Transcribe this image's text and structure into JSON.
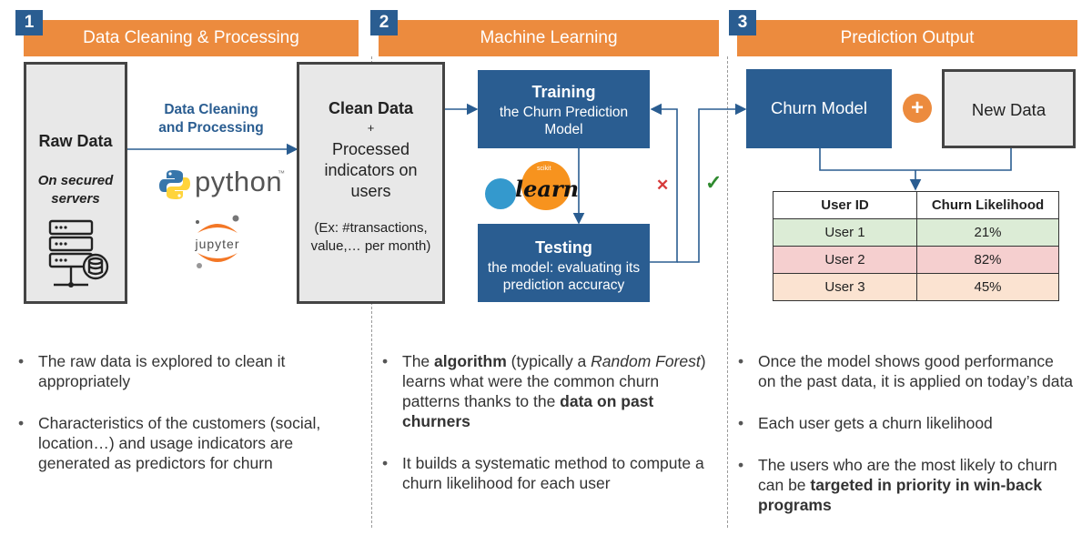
{
  "sections": [
    {
      "number": "1",
      "title": "Data Cleaning & Processing"
    },
    {
      "number": "2",
      "title": "Machine Learning"
    },
    {
      "number": "3",
      "title": "Prediction Output"
    }
  ],
  "raw_data": {
    "title": "Raw Data",
    "subtitle": "On secured servers"
  },
  "arrow_label": "Data Cleaning and Processing",
  "python_label": "python",
  "python_tm": "™",
  "jupyter_label": "jupyter",
  "clean_data": {
    "title": "Clean Data",
    "plus": "+",
    "body": "Processed indicators on users",
    "example": "(Ex: #transactions, value,… per month)"
  },
  "training": {
    "title": "Training",
    "body": "the Churn Prediction Model"
  },
  "testing": {
    "title": "Testing",
    "body": "the model: evaluating its prediction accuracy"
  },
  "sklearn": {
    "scikit": "scikit",
    "learn": "learn"
  },
  "fail_mark": "✕",
  "pass_mark": "✓",
  "churn_model": "Churn Model",
  "plus_sign": "+",
  "new_data": "New Data",
  "table": {
    "headers": [
      "User ID",
      "Churn Likelihood"
    ],
    "rows": [
      {
        "user": "User 1",
        "value": "21%",
        "color": "#dcecd6"
      },
      {
        "user": "User 2",
        "value": "82%",
        "color": "#f5cfcf"
      },
      {
        "user": "User 3",
        "value": "45%",
        "color": "#fbe3d1"
      }
    ]
  },
  "colors": {
    "orange": "#ec8b3e",
    "blue": "#2a5d91",
    "grey": "#e8e8e8"
  },
  "bullets_1": [
    [
      {
        "t": "The raw data is explored to clean it appropriately"
      }
    ],
    [
      {
        "t": "Characteristics of the customers (social, location…) and usage indicators are generated as predictors for churn"
      }
    ]
  ],
  "bullets_2": [
    [
      {
        "t": "The "
      },
      {
        "t": "algorithm",
        "b": true
      },
      {
        "t": " (typically a "
      },
      {
        "t": "Random Forest",
        "i": true
      },
      {
        "t": ") learns what were the common churn patterns thanks to the "
      },
      {
        "t": "data on past churners",
        "b": true
      }
    ],
    [
      {
        "t": "It builds a systematic method to compute a churn likelihood for each user"
      }
    ]
  ],
  "bullets_3": [
    [
      {
        "t": "Once the model shows good performance on the past data, it is applied on today’s data"
      }
    ],
    [
      {
        "t": "Each user gets a churn likelihood"
      }
    ],
    [
      {
        "t": "The users who are the most likely to churn can be "
      },
      {
        "t": "targeted in priority in win-back programs",
        "b": true
      }
    ]
  ]
}
